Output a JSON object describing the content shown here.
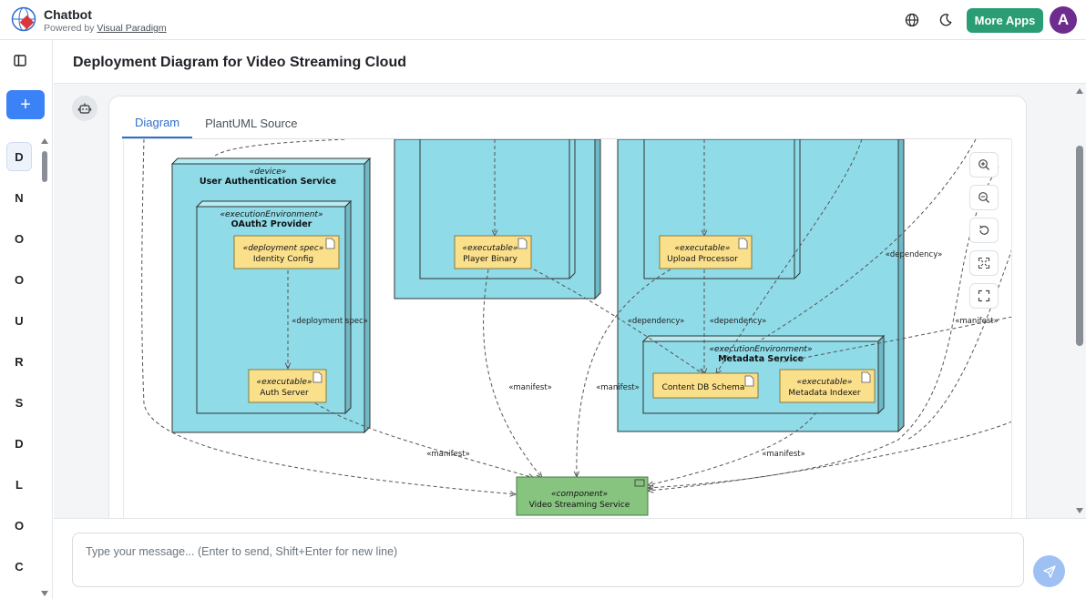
{
  "header": {
    "app_title": "Chatbot",
    "powered_prefix": "Powered by ",
    "powered_link": "Visual Paradigm",
    "more_apps": "More Apps",
    "avatar_letter": "A",
    "icons": [
      "globe-icon",
      "moon-icon"
    ]
  },
  "sidebar": {
    "new_chat_label": "+",
    "items": [
      "D",
      "N",
      "O",
      "O",
      "U",
      "R",
      "S",
      "D",
      "L",
      "O",
      "C"
    ]
  },
  "page": {
    "title": "Deployment Diagram for Video Streaming Cloud"
  },
  "tabs": [
    {
      "label": "Diagram",
      "active": true
    },
    {
      "label": "PlantUML Source",
      "active": false
    }
  ],
  "diagram": {
    "nodes": {
      "user_auth": {
        "stereotype": "«device»",
        "name": "User Authentication Service"
      },
      "oauth2": {
        "stereotype": "«executionEnvironment»",
        "name": "OAuth2 Provider"
      },
      "metadata_service": {
        "stereotype": "«executionEnvironment»",
        "name": "Metadata Service"
      }
    },
    "artifacts": {
      "identity_config": {
        "stereotype": "«deployment spec»",
        "name": "Identity Config"
      },
      "auth_server": {
        "stereotype": "«executable»",
        "name": "Auth Server"
      },
      "player_binary": {
        "stereotype": "«executable»",
        "name": "Player Binary"
      },
      "upload_processor": {
        "stereotype": "«executable»",
        "name": "Upload Processor"
      },
      "content_db": {
        "name": "Content DB Schema"
      },
      "metadata_indexer": {
        "stereotype": "«executable»",
        "name": "Metadata Indexer"
      },
      "video_streaming": {
        "stereotype": "«component»",
        "name": "Video Streaming Service"
      }
    },
    "labels": {
      "deployment_spec": "«deployment spec»",
      "manifest": "«manifest»",
      "dependency": "«dependency»"
    },
    "colors": {
      "node": "#8fdbe8",
      "artifact": "#fbe08c",
      "component": "#86c47f"
    }
  },
  "zoom_controls": [
    "zoom-in-icon",
    "zoom-out-icon",
    "reset-icon",
    "fit-icon",
    "fullscreen-icon"
  ],
  "composer": {
    "placeholder": "Type your message... (Enter to send, Shift+Enter for new line)"
  }
}
